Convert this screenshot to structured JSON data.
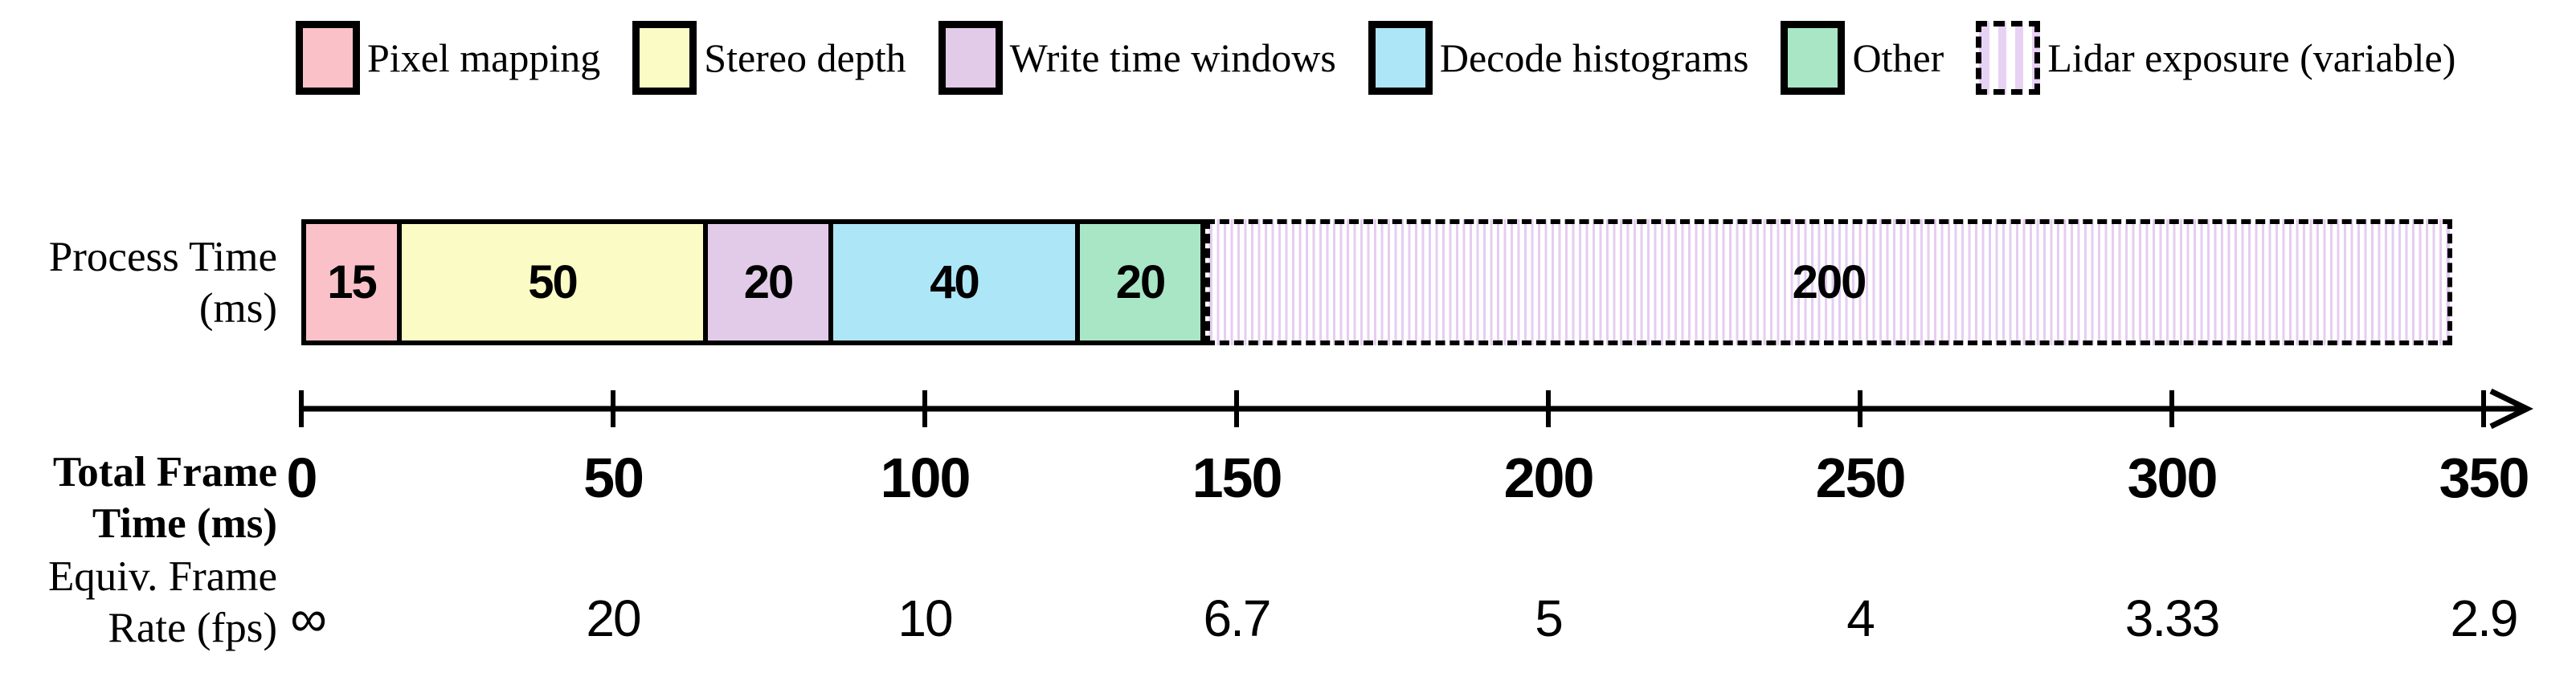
{
  "legend": {
    "items": [
      {
        "label": "Pixel mapping",
        "color": "#FAC2C8",
        "pattern": "solid"
      },
      {
        "label": "Stereo depth",
        "color": "#FBFBC5",
        "pattern": "solid"
      },
      {
        "label": "Write time windows",
        "color": "#E2CBE9",
        "pattern": "solid"
      },
      {
        "label": "Decode histograms",
        "color": "#ADE6F7",
        "pattern": "solid"
      },
      {
        "label": "Other",
        "color": "#A9E6C6",
        "pattern": "solid"
      },
      {
        "label": "Lidar exposure (variable)",
        "color": "#E8D2F3",
        "pattern": "striped-dashed"
      }
    ]
  },
  "process_row": {
    "label_line1": "Process Time",
    "label_line2": "(ms)"
  },
  "axis": {
    "label_line1": "Total Frame",
    "label_line2": "Time (ms)",
    "ticks": [
      "0",
      "50",
      "100",
      "150",
      "200",
      "250",
      "300",
      "350"
    ]
  },
  "fps_row": {
    "label_line1": "Equiv. Frame",
    "label_line2": "Rate (fps)",
    "values": [
      "∞",
      "20",
      "10",
      "6.7",
      "5",
      "4",
      "3.33",
      "2.9"
    ]
  },
  "chart_data": {
    "type": "bar",
    "subtype": "horizontal-stacked-timeline",
    "title": "",
    "xlabel": "Total Frame Time (ms)",
    "row_label": "Process Time (ms)",
    "xlim": [
      0,
      350
    ],
    "x_ticks": [
      0,
      50,
      100,
      150,
      200,
      250,
      300,
      350
    ],
    "grid": false,
    "legend_position": "top",
    "segments": [
      {
        "name": "Pixel mapping",
        "duration_ms": 15,
        "color": "#FAC2C8",
        "pattern": "solid"
      },
      {
        "name": "Stereo depth",
        "duration_ms": 50,
        "color": "#FBFBC5",
        "pattern": "solid"
      },
      {
        "name": "Write time windows",
        "duration_ms": 20,
        "color": "#E2CBE9",
        "pattern": "solid"
      },
      {
        "name": "Decode histograms",
        "duration_ms": 40,
        "color": "#ADE6F7",
        "pattern": "solid"
      },
      {
        "name": "Other",
        "duration_ms": 20,
        "color": "#A9E6C6",
        "pattern": "solid"
      },
      {
        "name": "Lidar exposure (variable)",
        "duration_ms": 200,
        "color": "#E8D2F3",
        "pattern": "striped-dashed"
      }
    ],
    "total_ms": 345,
    "equiv_frame_rate_fps": {
      "at_ticks": [
        0,
        50,
        100,
        150,
        200,
        250,
        300,
        350
      ],
      "values": [
        "∞",
        20,
        10,
        6.7,
        5,
        4,
        3.33,
        2.9
      ]
    }
  }
}
